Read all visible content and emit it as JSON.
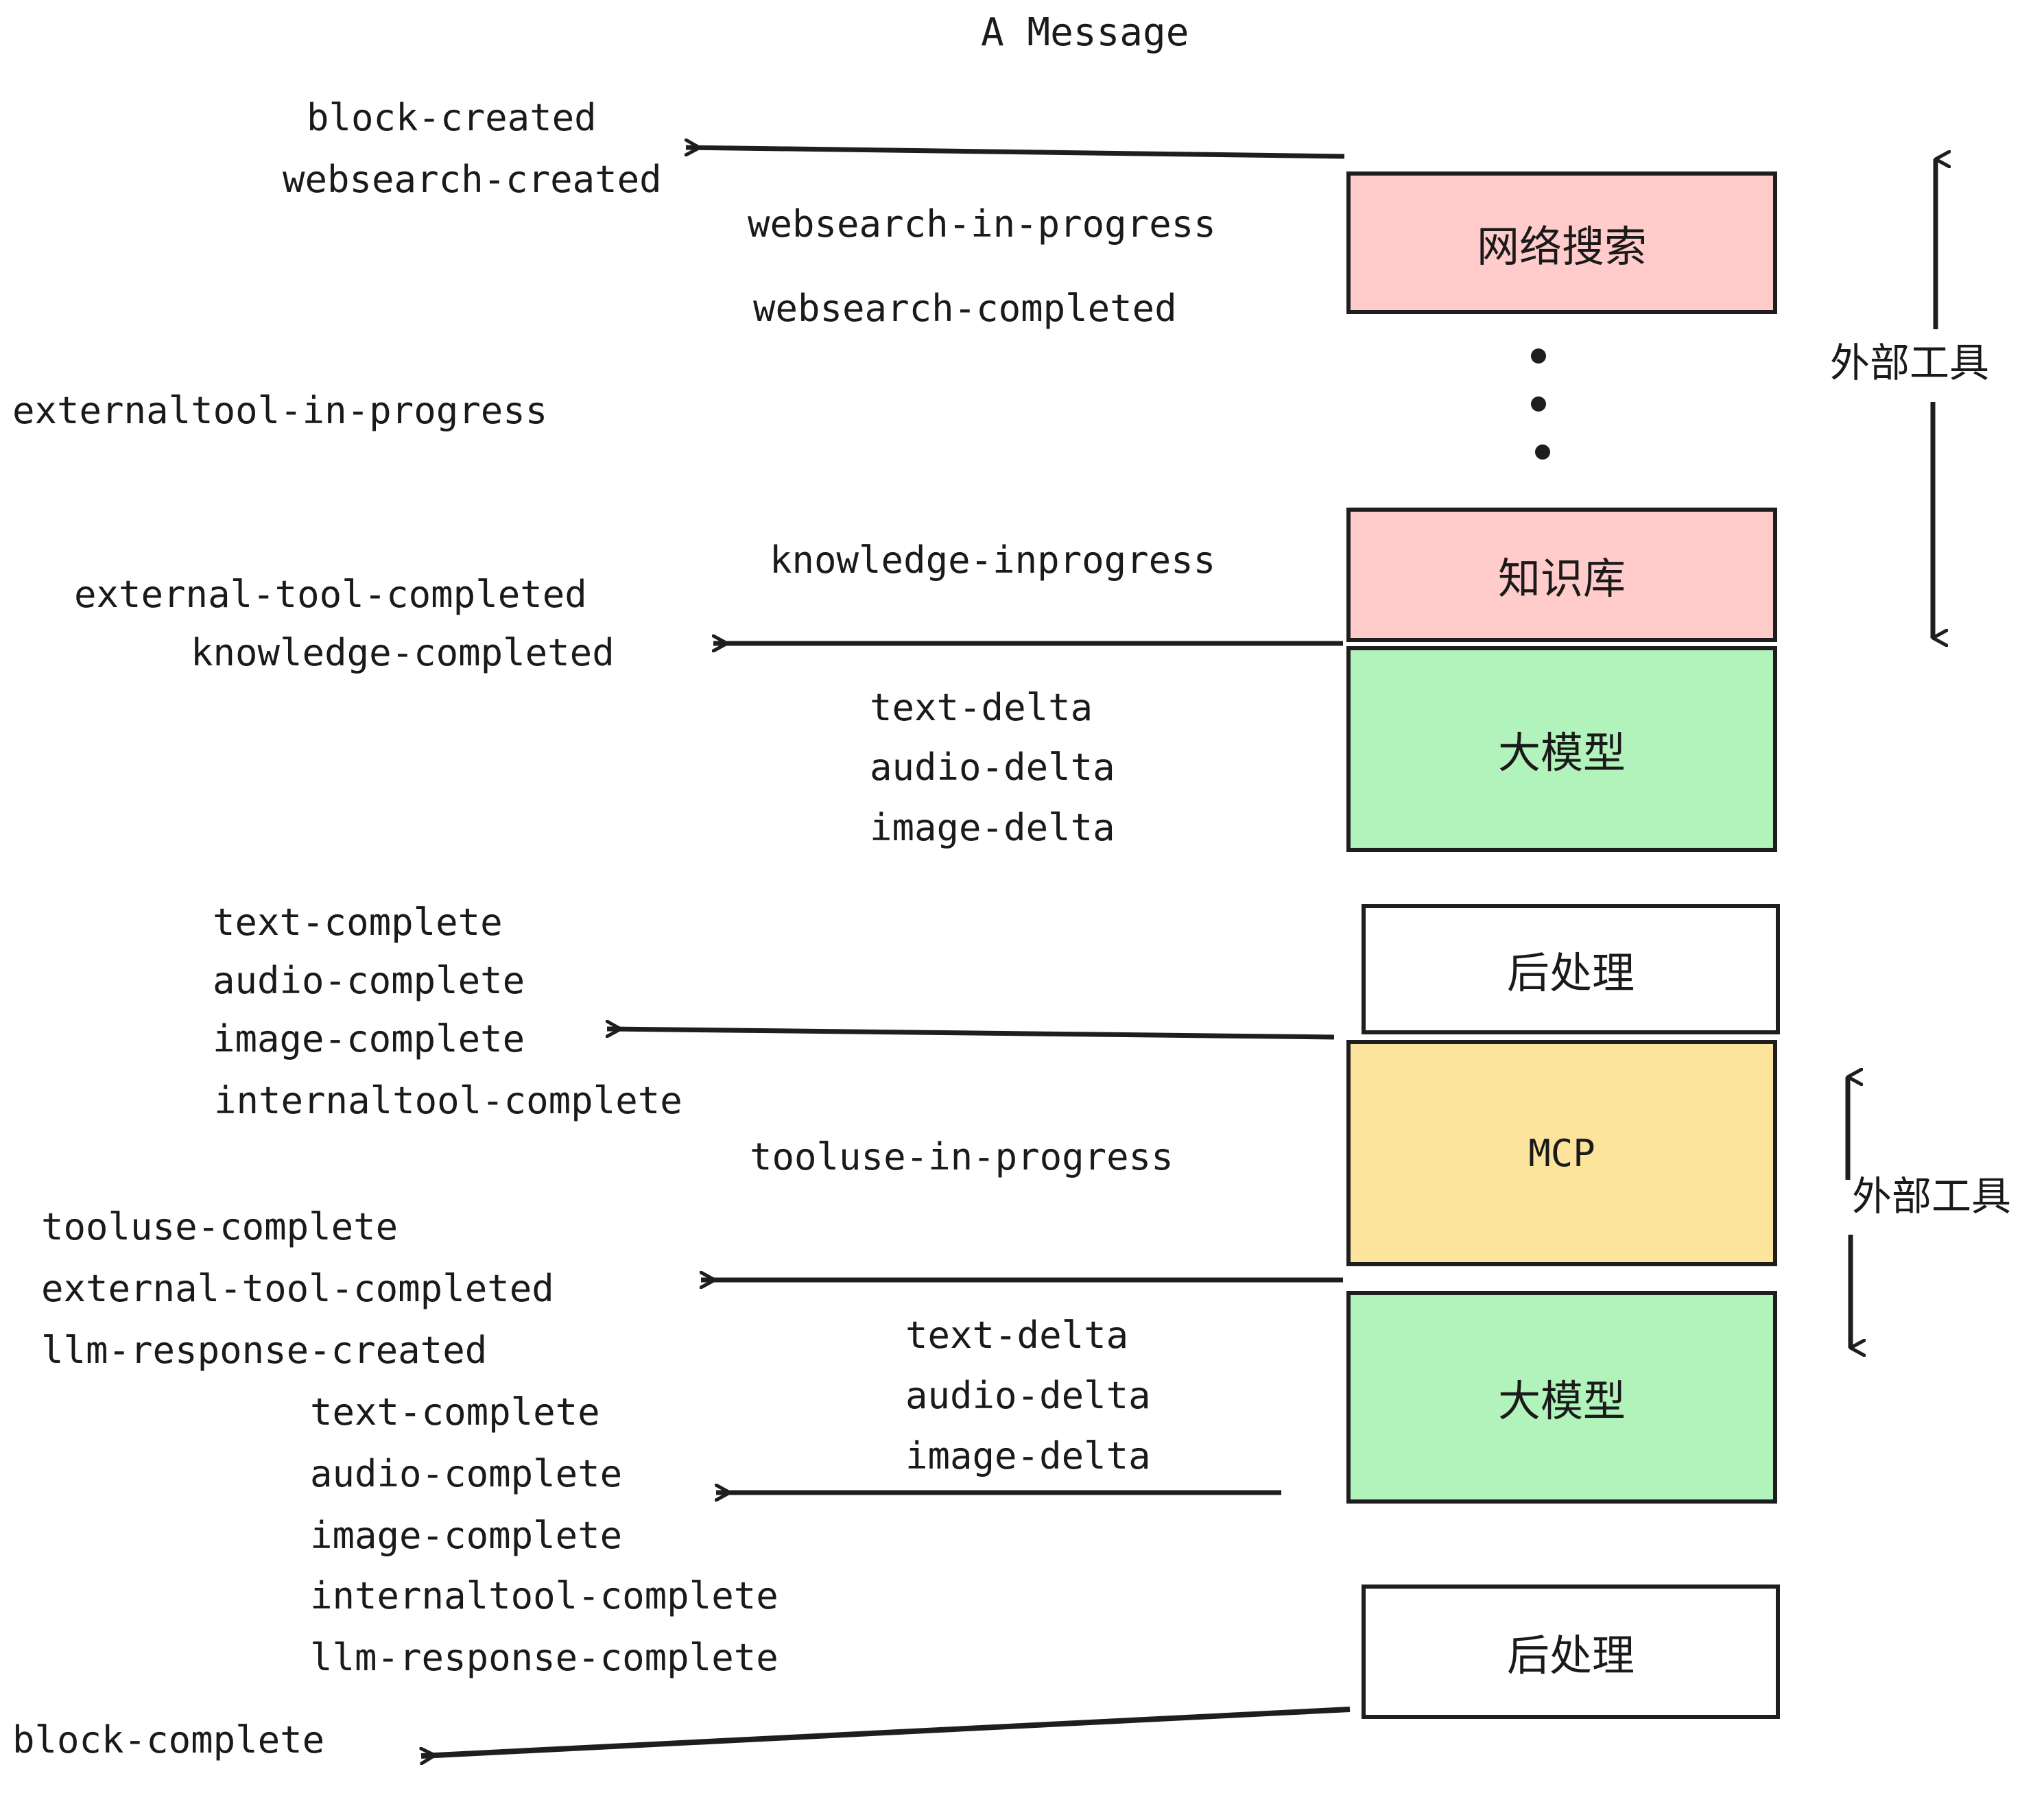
{
  "title": "A Message",
  "events": {
    "block_created": "block-created",
    "websearch_created": "websearch-created",
    "websearch_in_progress": "websearch-in-progress",
    "websearch_completed": "websearch-completed",
    "externaltool_in_progress": "externaltool-in-progress",
    "knowledge_inprogress": "knowledge-inprogress",
    "external_tool_completed_1": "external-tool-completed",
    "knowledge_completed": "knowledge-completed",
    "text_delta_1": "text-delta",
    "audio_delta_1": "audio-delta",
    "image_delta_1": "image-delta",
    "text_complete_1": "text-complete",
    "audio_complete_1": "audio-complete",
    "image_complete_1": "image-complete",
    "internaltool_complete_1": "internaltool-complete",
    "tooluse_in_progress": "tooluse-in-progress",
    "tooluse_complete": "tooluse-complete",
    "external_tool_completed_2": "external-tool-completed",
    "llm_response_created": "llm-response-created",
    "text_delta_2": "text-delta",
    "audio_delta_2": "audio-delta",
    "image_delta_2": "image-delta",
    "text_complete_2": "text-complete",
    "audio_complete_2": "audio-complete",
    "image_complete_2": "image-complete",
    "internaltool_complete_2": "internaltool-complete",
    "llm_response_complete": "llm-response-complete",
    "block_complete": "block-complete"
  },
  "boxes": {
    "websearch": "网络搜索",
    "knowledge": "知识库",
    "llm_1": "大模型",
    "postprocess_1": "后处理",
    "mcp": "MCP",
    "llm_2": "大模型",
    "postprocess_2": "后处理"
  },
  "group_labels": {
    "external_tools_top": "外部工具",
    "external_tools_bottom": "外部工具"
  },
  "colors": {
    "pink": "#FFCCCB",
    "green": "#B2F2BB",
    "yellow": "#FCE49C",
    "white": "#FFFFFF",
    "stroke": "#1E1E1E",
    "text": "#1A1A1A"
  }
}
